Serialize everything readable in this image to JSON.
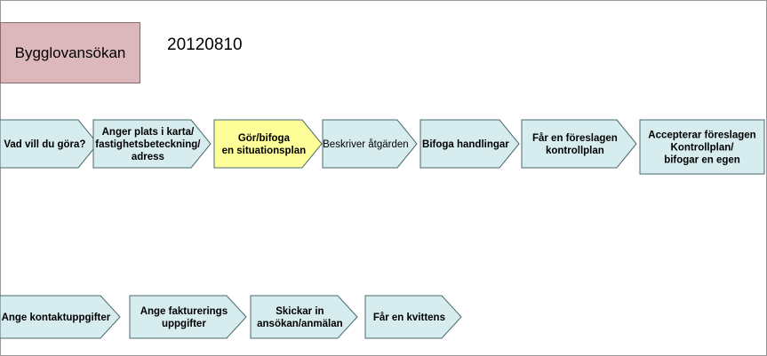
{
  "header": {
    "title": "Bygglovansökan",
    "date": "20120810"
  },
  "colors": {
    "step_fill": "#d6ecef",
    "step_stroke": "#4a6a6f",
    "highlight_fill": "#ffff99",
    "title_fill": "#dcb8bc"
  },
  "flow": {
    "row1": [
      {
        "lines": [
          "Vad vill du göra?"
        ],
        "bold": true,
        "highlight": false,
        "shape": "chevron"
      },
      {
        "lines": [
          "Anger plats i karta/",
          "fastighetsbeteckning/",
          "adress"
        ],
        "bold": true,
        "highlight": false,
        "shape": "chevron"
      },
      {
        "lines": [
          "Gör/bifoga",
          "en situationsplan"
        ],
        "bold": true,
        "highlight": true,
        "shape": "chevron"
      },
      {
        "lines": [
          "Beskriver åtgärden"
        ],
        "bold": false,
        "highlight": false,
        "shape": "chevron"
      },
      {
        "lines": [
          "Bifoga handlingar"
        ],
        "bold": true,
        "highlight": false,
        "shape": "chevron"
      },
      {
        "lines": [
          "Får en föreslagen",
          "kontrollplan"
        ],
        "bold": true,
        "highlight": false,
        "shape": "chevron"
      },
      {
        "lines": [
          "Accepterar föreslagen",
          "Kontrollplan/",
          "bifogar en egen"
        ],
        "bold": true,
        "highlight": false,
        "shape": "rect"
      }
    ],
    "row2": [
      {
        "lines": [
          "Ange kontaktuppgifter"
        ],
        "bold": true,
        "highlight": false,
        "shape": "chevron"
      },
      {
        "lines": [
          "Ange fakturerings",
          "uppgifter"
        ],
        "bold": true,
        "highlight": false,
        "shape": "chevron"
      },
      {
        "lines": [
          "Skickar in",
          "ansökan/anmälan"
        ],
        "bold": true,
        "highlight": false,
        "shape": "chevron"
      },
      {
        "lines": [
          "Får en kvittens"
        ],
        "bold": true,
        "highlight": false,
        "shape": "chevron"
      }
    ]
  }
}
